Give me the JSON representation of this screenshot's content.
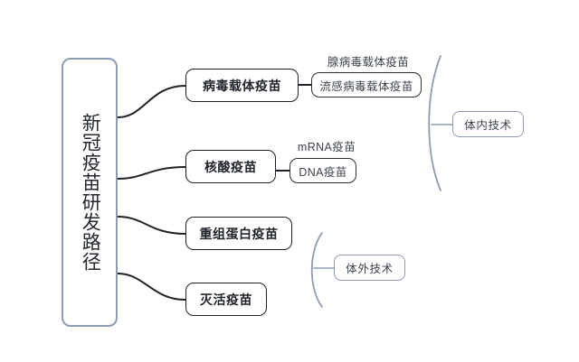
{
  "diagram": {
    "type": "mind-map",
    "orientation": "left-to-right",
    "background_color": "#ffffff",
    "root": {
      "label": "新冠疫苗研发路径",
      "text_direction": "vertical",
      "border_color": "#8f9bb0"
    },
    "branches": [
      {
        "id": "viral-vector",
        "label": "病毒载体疫苗",
        "border_color": "#1f2329",
        "children": [
          {
            "id": "adenovirus",
            "label": "腺病毒载体疫苗",
            "boxed": false
          },
          {
            "id": "influenza-vector",
            "label": "流感病毒载体疫苗",
            "boxed": true
          }
        ]
      },
      {
        "id": "nucleic-acid",
        "label": "核酸疫苗",
        "border_color": "#1f2329",
        "children": [
          {
            "id": "mrna",
            "label": "mRNA疫苗",
            "boxed": false
          },
          {
            "id": "dna",
            "label": "DNA疫苗",
            "boxed": true
          }
        ]
      },
      {
        "id": "recombinant-protein",
        "label": "重组蛋白疫苗",
        "border_color": "#1f2329",
        "children": []
      },
      {
        "id": "inactivated",
        "label": "灭活疫苗",
        "border_color": "#1f2329",
        "children": []
      }
    ],
    "groups": [
      {
        "id": "in-vivo",
        "label": "体内技术",
        "border_color": "#8f9bb0",
        "covers": [
          "viral-vector",
          "nucleic-acid"
        ]
      },
      {
        "id": "in-vitro",
        "label": "体外技术",
        "border_color": "#8f9bb0",
        "covers": [
          "recombinant-protein",
          "inactivated"
        ]
      }
    ],
    "connector_color": "#1f2329",
    "brace_color": "#8f9bb0"
  }
}
